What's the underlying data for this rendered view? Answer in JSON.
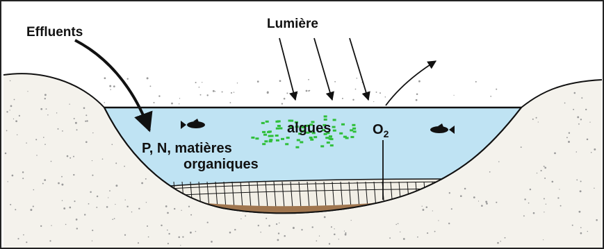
{
  "labels": {
    "effluents": "Effluents",
    "lumiere": "Lumière",
    "algues": "algues",
    "nutrients_line1": "P, N, matières",
    "nutrients_line2": "organiques",
    "oxygen_base": "O",
    "oxygen_sub": "2"
  },
  "colors": {
    "water": "#bfe3f3",
    "sediment": "#a0764f",
    "algae": "#2fbf3a",
    "ink": "#111111",
    "soil_dots": "#9a9a9a"
  },
  "icons": [
    "fish-icon",
    "fish-icon"
  ]
}
